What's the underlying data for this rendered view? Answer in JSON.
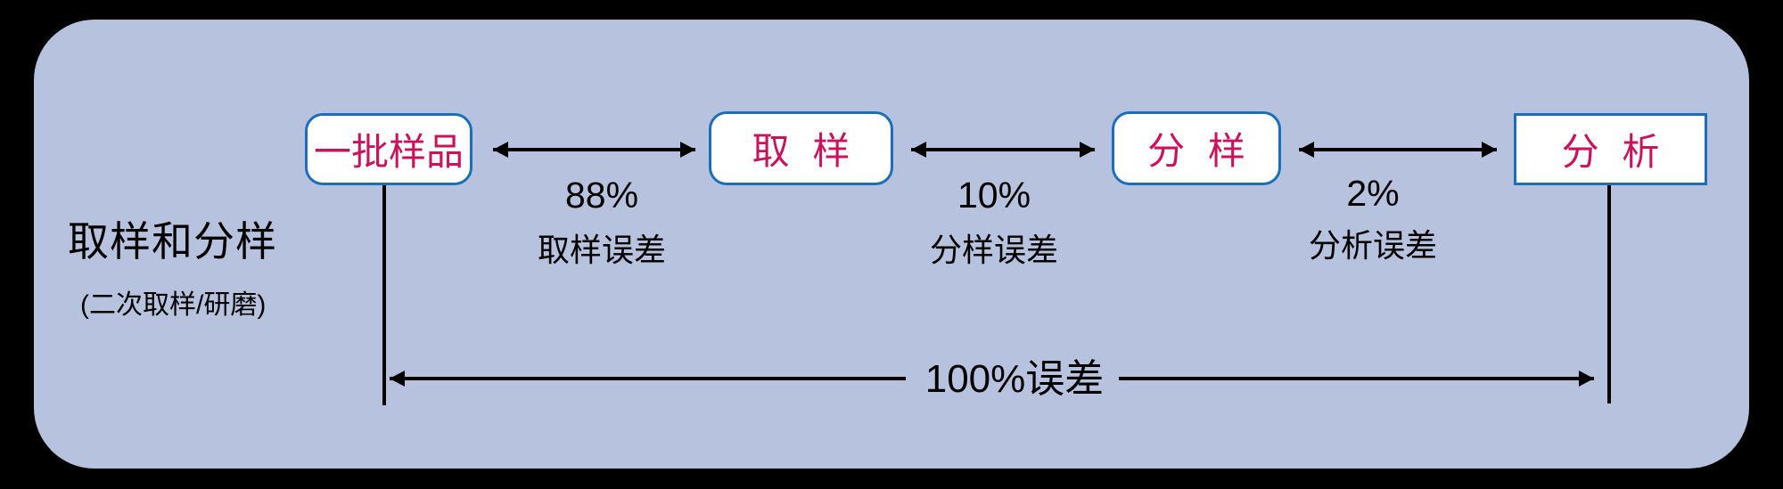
{
  "colors": {
    "canvas_outer": "#000000",
    "panel_background": "#b7c3de",
    "node_border": "#1b6fb9",
    "node_fill": "#ffffff",
    "node_text": "#c9135c",
    "ink": "#000000"
  },
  "title_block": {
    "title": "取样和分样",
    "subtitle": "(二次取样/研磨)"
  },
  "nodes": [
    {
      "label": "一批样品"
    },
    {
      "label": "取 样"
    },
    {
      "label": "分 样"
    },
    {
      "label": "分 析"
    }
  ],
  "edges": [
    {
      "percent": "88%",
      "label": "取样误差"
    },
    {
      "percent": "10%",
      "label": "分样误差"
    },
    {
      "percent": "2%",
      "label": "分析误差"
    }
  ],
  "total_edge": {
    "label": "100%误差"
  }
}
